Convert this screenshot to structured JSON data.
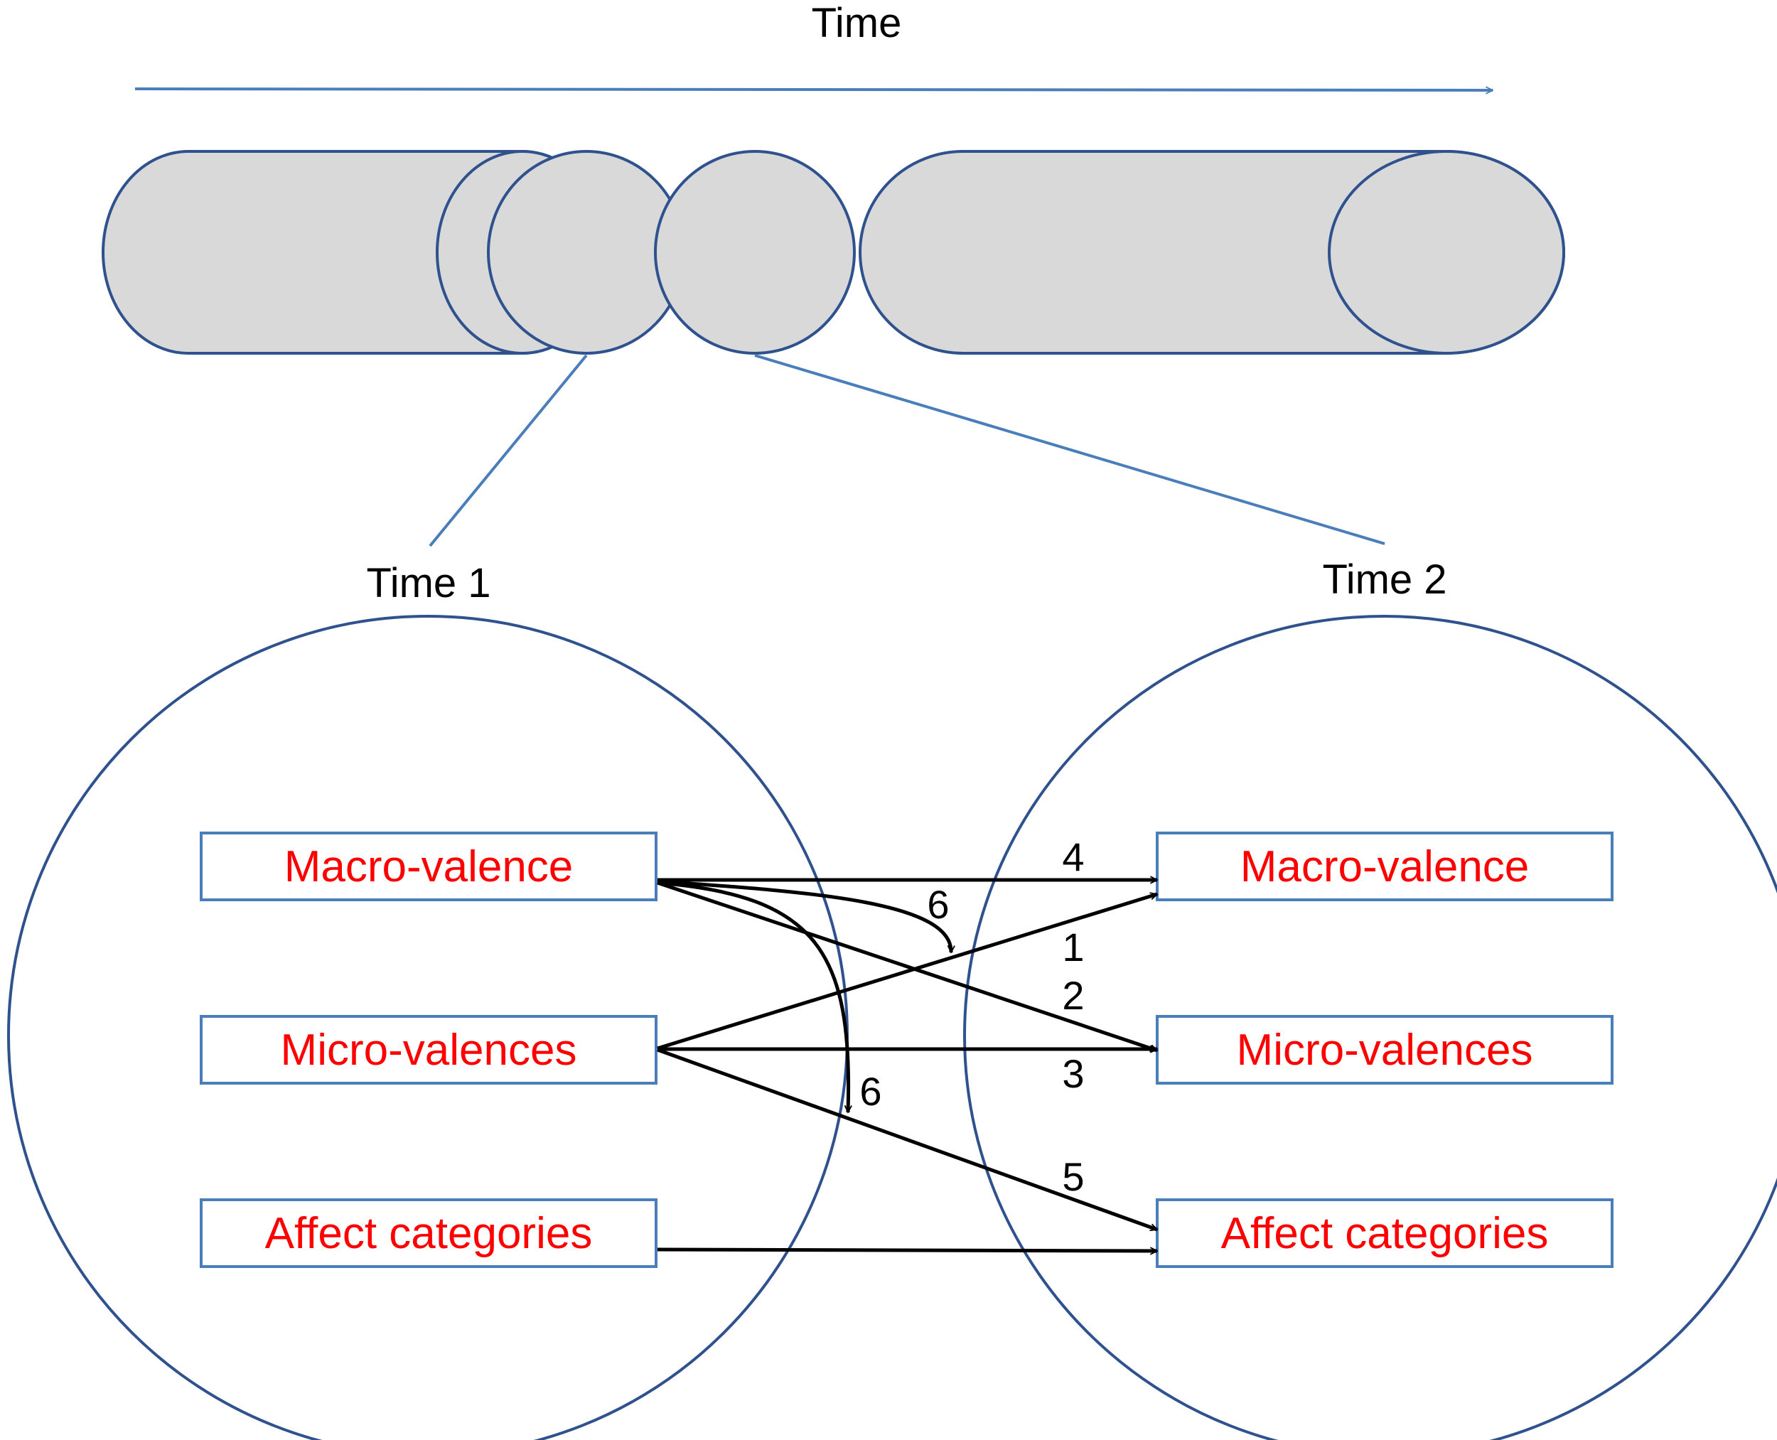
{
  "colors": {
    "outline": "#2f528f",
    "fill": "#d9d9d9",
    "box_border": "#4a7ebb",
    "connector": "#4a7ebb",
    "arrow": "#000000",
    "label_red": "#ff0000"
  },
  "time_axis": {
    "label": "Time"
  },
  "time_points": {
    "time1": "Time 1",
    "time2": "Time 2"
  },
  "time1_boxes": [
    "Macro-valence",
    "Micro-valences",
    "Affect categories"
  ],
  "time2_boxes": [
    "Macro-valence",
    "Micro-valences",
    "Affect categories"
  ],
  "arrow_labels": {
    "a1": "1",
    "a2": "2",
    "a3": "3",
    "a4": "4",
    "a5": "5",
    "a6": "6",
    "a6b": "6"
  }
}
